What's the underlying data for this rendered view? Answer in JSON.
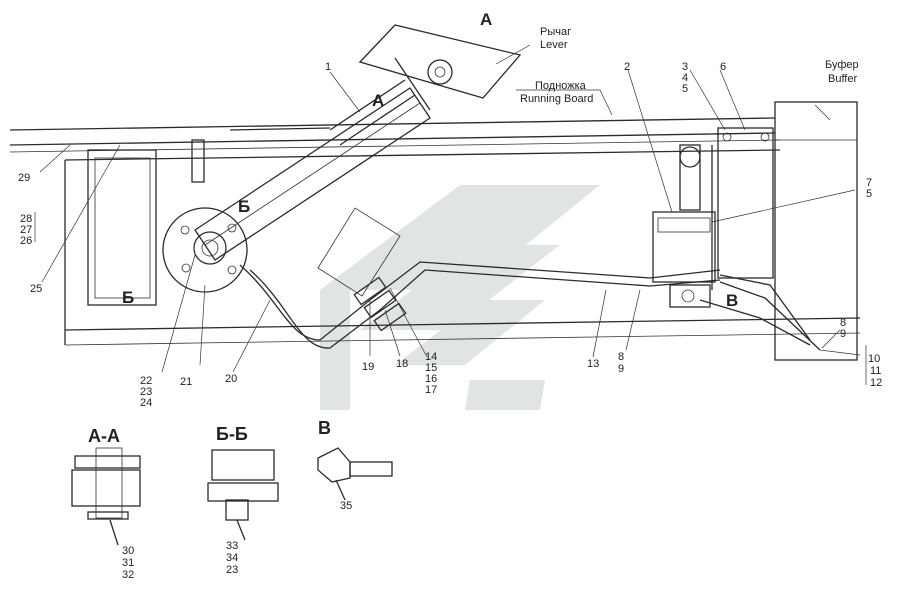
{
  "labels": {
    "lever_ru": "Рычаг",
    "lever_en": "Lever",
    "running_board_ru": "Подножка",
    "running_board_en": "Running Board",
    "buffer_ru": "Буфер",
    "buffer_en": "Buffer"
  },
  "section_marks": {
    "a_top": "А",
    "a_mid": "А",
    "b_mid": "Б",
    "b_left": "Б",
    "v_view": "В"
  },
  "section_titles": {
    "aa": "А-А",
    "bb": "Б-Б",
    "v": "В"
  },
  "parts": {
    "p1": "1",
    "p2": "2",
    "p3": "3",
    "p4": "4",
    "p5": "5",
    "p6": "6",
    "p7": "7",
    "p5b": "5",
    "p8a": "8",
    "p9a": "9",
    "p8b": "8",
    "p9b": "9",
    "p10": "10",
    "p11": "11",
    "p12": "12",
    "p13": "13",
    "p14": "14",
    "p15": "15",
    "p16": "16",
    "p17": "17",
    "p18": "18",
    "p19": "19",
    "p20": "20",
    "p21": "21",
    "p22": "22",
    "p23": "23",
    "p24": "24",
    "p25": "25",
    "p26": "26",
    "p27": "27",
    "p28": "28",
    "p29": "29",
    "p30": "30",
    "p31": "31",
    "p32": "32",
    "p33": "33",
    "p34": "34",
    "p23b": "23",
    "p35": "35"
  },
  "watermark_color": "#c9d0c9"
}
